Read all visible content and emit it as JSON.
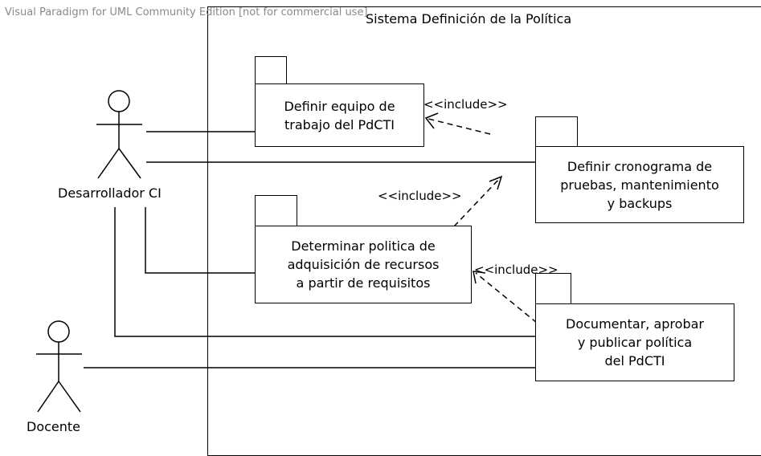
{
  "watermark": "Visual Paradigm for UML Community Edition [not for commercial use]",
  "system": {
    "title": "Sistema Definición de la Política"
  },
  "actors": {
    "desarrollador": {
      "name": "Desarrollador CI"
    },
    "docente": {
      "name": "Docente"
    }
  },
  "use_cases": {
    "definir_equipo": {
      "label": "Definir equipo de\ntrabajo del PdCTI"
    },
    "definir_cronograma": {
      "label": "Definir cronograma de\npruebas, mantenimiento\ny backups"
    },
    "determinar_politica": {
      "label": "Determinar politica de\nadquisición de recursos\na partir de requisitos"
    },
    "documentar": {
      "label": "Documentar, aprobar\ny publicar política\ndel PdCTI"
    }
  },
  "relationships": {
    "include_1": "<<include>>",
    "include_2": "<<include>>",
    "include_3": "<<include>>"
  }
}
